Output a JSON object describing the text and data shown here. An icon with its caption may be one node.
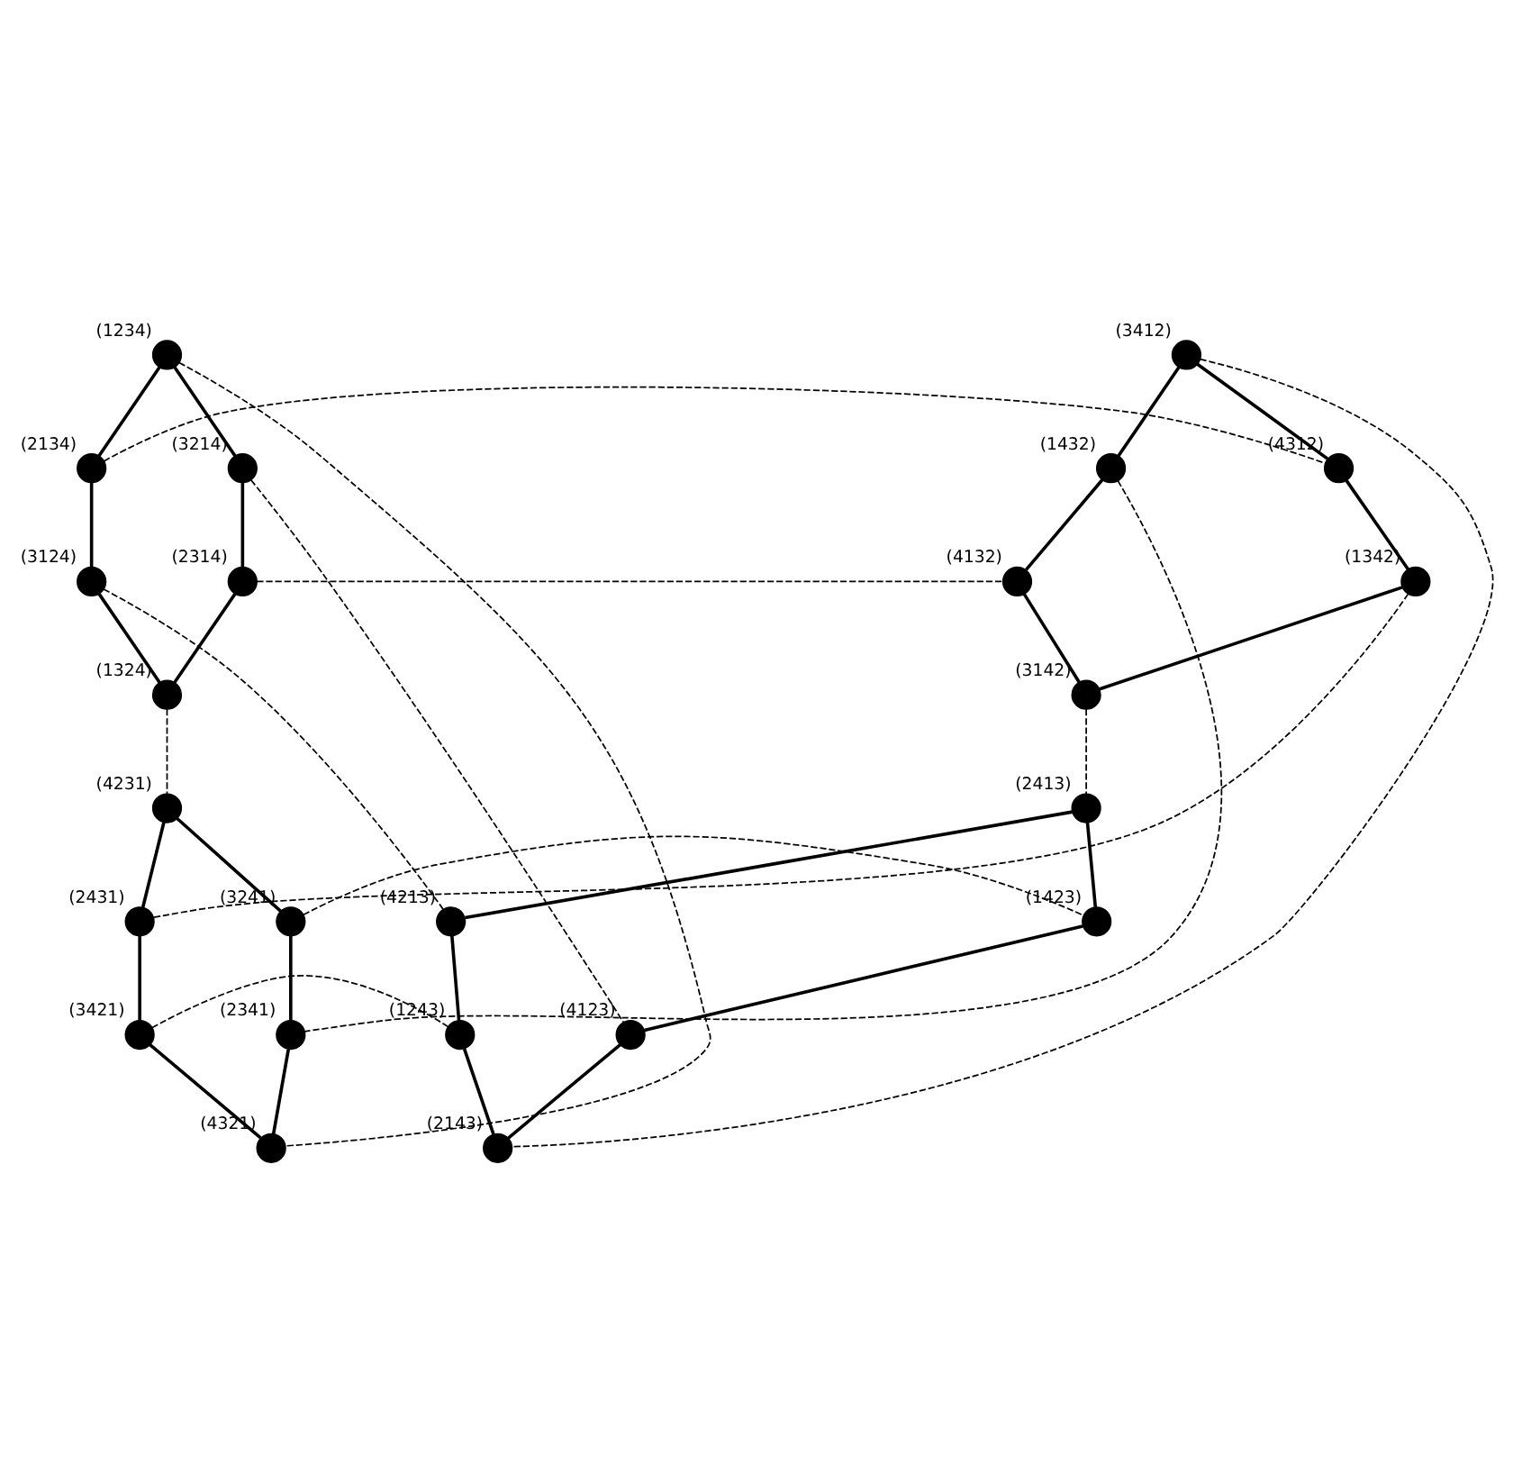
{
  "diagram": {
    "nodes": [
      {
        "text": [],
        "shape": "circle",
        "beside": [
          "(1234)"
        ]
      },
      {
        "text": [],
        "shape": "circle",
        "beside": [
          "(3412)"
        ]
      },
      {
        "text": [],
        "shape": "circle",
        "beside": [
          "(2134)"
        ]
      },
      {
        "text": [],
        "shape": "circle",
        "beside": [
          "(3214)"
        ]
      },
      {
        "text": [],
        "shape": "circle",
        "beside": [
          "(1432)"
        ]
      },
      {
        "text": [],
        "shape": "circle",
        "beside": [
          "(4312)"
        ]
      },
      {
        "text": [],
        "shape": "circle",
        "beside": [
          "(3124)"
        ]
      },
      {
        "text": [],
        "shape": "circle",
        "beside": [
          "(2314)"
        ]
      },
      {
        "text": [],
        "shape": "circle",
        "beside": [
          "(4132)"
        ]
      },
      {
        "text": [],
        "shape": "circle",
        "beside": [
          "(1342)"
        ]
      },
      {
        "text": [],
        "shape": "circle",
        "beside": [
          "(1324)"
        ]
      },
      {
        "text": [],
        "shape": "circle",
        "beside": [
          "(3142)"
        ]
      },
      {
        "text": [],
        "shape": "circle",
        "beside": [
          "(4231)"
        ]
      },
      {
        "text": [],
        "shape": "circle",
        "beside": [
          "(2413)"
        ]
      },
      {
        "text": [],
        "shape": "circle",
        "beside": [
          "(2431)"
        ]
      },
      {
        "text": [],
        "shape": "circle",
        "beside": [
          "(3241)"
        ]
      },
      {
        "text": [],
        "shape": "circle",
        "beside": [
          "(1423)"
        ]
      },
      {
        "text": [],
        "shape": "circle",
        "beside": [
          "(4213)"
        ]
      },
      {
        "text": [],
        "shape": "circle",
        "beside": [
          "(3421)"
        ]
      },
      {
        "text": [],
        "shape": "circle",
        "beside": [
          "(2341)"
        ]
      },
      {
        "text": [],
        "shape": "circle",
        "beside": [
          "(4123)"
        ]
      },
      {
        "text": [],
        "shape": "circle",
        "beside": [
          "(1243)"
        ]
      },
      {
        "text": [],
        "shape": "circle",
        "beside": [
          "(4321)"
        ]
      },
      {
        "text": [],
        "shape": "circle",
        "beside": [
          "(2143)"
        ]
      }
    ],
    "edges": [
      {
        "from": 0,
        "to": 2,
        "arrow": "none"
      },
      {
        "from": 0,
        "to": 3,
        "arrow": "none"
      },
      {
        "from": 2,
        "to": 6,
        "arrow": "none"
      },
      {
        "from": 3,
        "to": 7,
        "arrow": "none"
      },
      {
        "from": 6,
        "to": 10,
        "arrow": "none"
      },
      {
        "from": 7,
        "to": 10,
        "arrow": "none"
      },
      {
        "from": 1,
        "to": 4,
        "arrow": "none"
      },
      {
        "from": 1,
        "to": 5,
        "arrow": "none"
      },
      {
        "from": 4,
        "to": 8,
        "arrow": "none"
      },
      {
        "from": 5,
        "to": 9,
        "arrow": "none"
      },
      {
        "from": 8,
        "to": 11,
        "arrow": "none"
      },
      {
        "from": 9,
        "to": 11,
        "arrow": "none"
      },
      {
        "from": 12,
        "to": 14,
        "arrow": "none"
      },
      {
        "from": 12,
        "to": 15,
        "arrow": "none"
      },
      {
        "from": 14,
        "to": 18,
        "arrow": "none"
      },
      {
        "from": 15,
        "to": 19,
        "arrow": "none"
      },
      {
        "from": 18,
        "to": 22,
        "arrow": "none"
      },
      {
        "from": 19,
        "to": 22,
        "arrow": "none"
      },
      {
        "from": 13,
        "to": 16,
        "arrow": "none"
      },
      {
        "from": 13,
        "to": 17,
        "arrow": "none"
      },
      {
        "from": 16,
        "to": 20,
        "arrow": "none"
      },
      {
        "from": 17,
        "to": 21,
        "arrow": "none"
      },
      {
        "from": 20,
        "to": 23,
        "arrow": "none"
      },
      {
        "from": 21,
        "to": 23,
        "arrow": "none"
      },
      {
        "from": 10,
        "to": 12,
        "arrow": "none",
        "style": "dashed"
      },
      {
        "from": 11,
        "to": 13,
        "arrow": "none",
        "style": "dashed"
      },
      {
        "from": 0,
        "to": 22,
        "arrow": "none",
        "style": "dashed"
      },
      {
        "from": 2,
        "to": 5,
        "arrow": "none",
        "style": "dashed"
      },
      {
        "from": 3,
        "to": 20,
        "arrow": "none",
        "style": "dashed"
      },
      {
        "from": 6,
        "to": 17,
        "arrow": "none",
        "style": "dashed"
      },
      {
        "from": 7,
        "to": 8,
        "arrow": "none",
        "style": "dashed"
      },
      {
        "from": 1,
        "to": 23,
        "arrow": "none",
        "style": "dashed"
      },
      {
        "from": 4,
        "to": 19,
        "arrow": "none",
        "style": "dashed"
      },
      {
        "from": 9,
        "to": 14,
        "arrow": "none",
        "style": "dashed"
      },
      {
        "from": 15,
        "to": 16,
        "arrow": "none",
        "style": "dashed"
      },
      {
        "from": 18,
        "to": 21,
        "arrow": "none",
        "style": "dashed"
      }
    ]
  }
}
